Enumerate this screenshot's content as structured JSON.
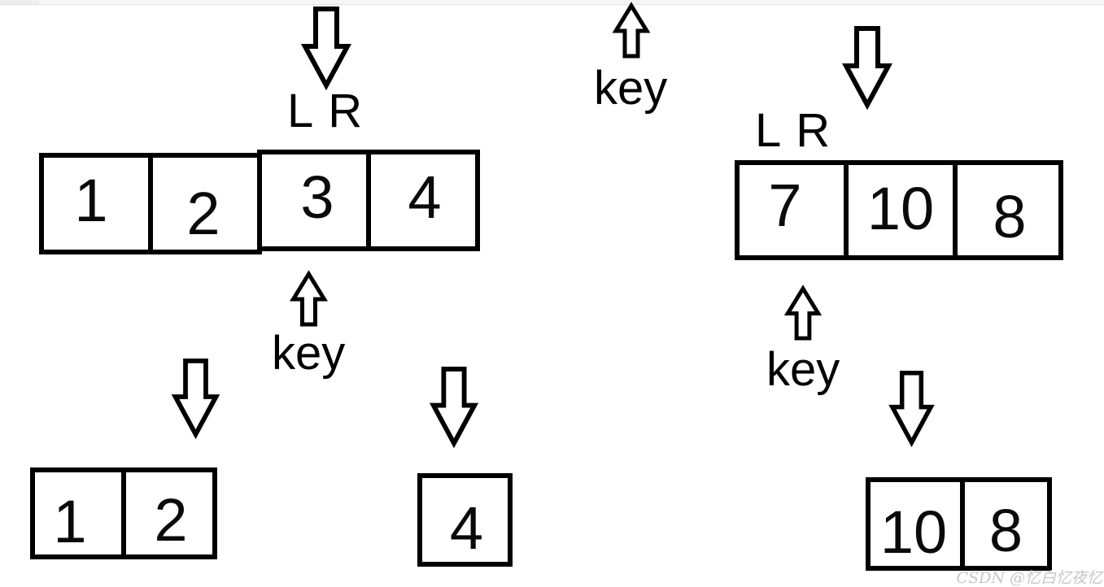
{
  "colors": {
    "ink": "#000000",
    "background": "#ffffff",
    "watermark_gray": "#c6c6c6",
    "top_strip": "#f5f5f5"
  },
  "icons": {
    "down_arrow": "down-arrow-icon (hollow block arrow pointing down)",
    "up_arrow": "up-arrow-icon (hollow block arrow pointing up)"
  },
  "labels": {
    "top_left_pointers": "L R",
    "top_right_pointers": "L R",
    "key_below_top_left_array": "key",
    "key_top_middle": "key",
    "key_below_top_right_array": "key"
  },
  "arrays": {
    "top_left": {
      "cells": [
        "1",
        "2",
        "3",
        "4"
      ]
    },
    "top_right": {
      "cells": [
        "7",
        "10",
        "8"
      ]
    },
    "bottom_left": {
      "cells": [
        "1",
        "2"
      ]
    },
    "bottom_middle": {
      "cells": [
        "4"
      ]
    },
    "bottom_right": {
      "cells": [
        "10",
        "8"
      ]
    }
  },
  "watermark": "CSDN @忆白忆夜忆"
}
